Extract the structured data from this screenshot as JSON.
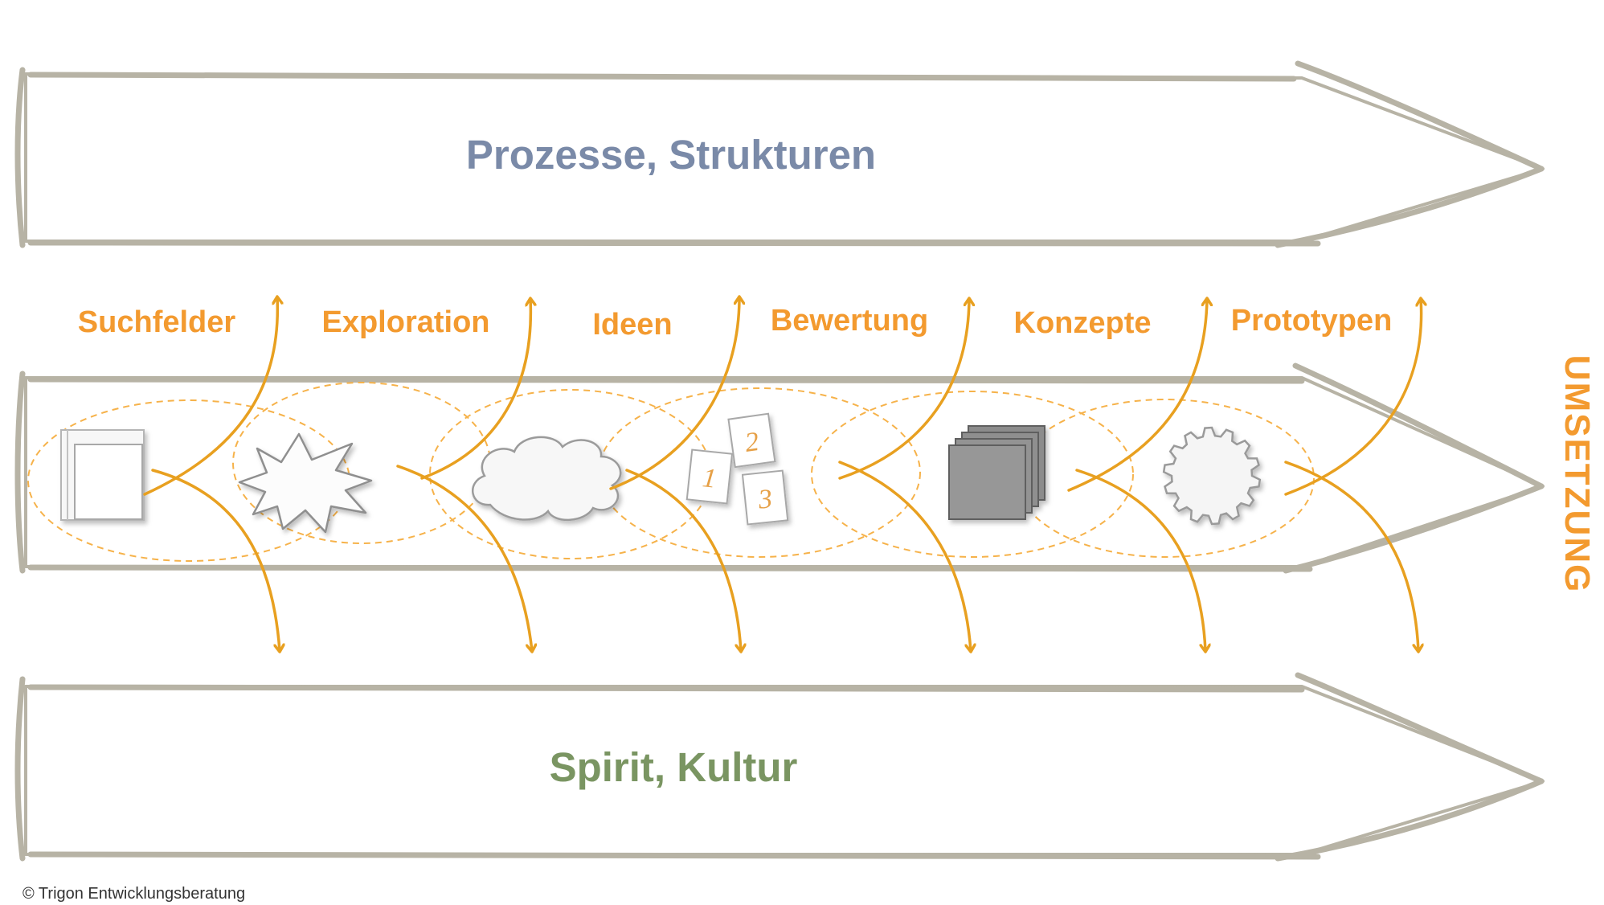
{
  "bands": {
    "top_label": "Prozesse, Strukturen",
    "bottom_label": "Spirit, Kultur"
  },
  "stages": [
    {
      "label": "Suchfelder",
      "icon": "frame-icon"
    },
    {
      "label": "Exploration",
      "icon": "explosion-icon"
    },
    {
      "label": "Ideen",
      "icon": "cloud-icon"
    },
    {
      "label": "Bewertung",
      "icon": "numbered-cards-icon"
    },
    {
      "label": "Konzepte",
      "icon": "stacked-sheets-icon"
    },
    {
      "label": "Prototypen",
      "icon": "gear-icon"
    }
  ],
  "side_label": "UMSETZUNG",
  "copyright": "© Trigon Entwicklungsberatung",
  "card_numbers": [
    "2",
    "1",
    "3"
  ],
  "colors": {
    "top_label": "#7a8aa8",
    "bottom_label": "#7a9562",
    "accent": "#f39a2f",
    "arrow_line": "#e8a020",
    "band_stroke": "#b7b3a5",
    "dashed": "#f6b24a"
  }
}
